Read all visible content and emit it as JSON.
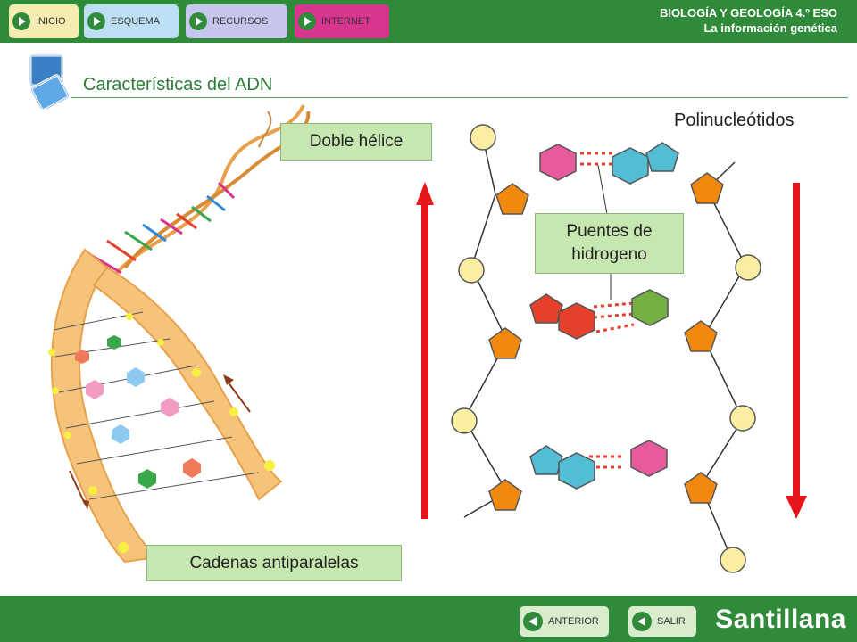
{
  "nav": {
    "inicio": "INICIO",
    "esquema": "ESQUEMA",
    "recursos": "RECURSOS",
    "internet": "INTERNET"
  },
  "header": {
    "subject": "BIOLOGÍA Y GEOLOGÍA 4.º ESO",
    "unit": "La información genética"
  },
  "page": {
    "title": "Características del ADN"
  },
  "labels": {
    "doble_helice": "Doble hélice",
    "cadenas": "Cadenas antiparalelas",
    "puentes_line1": "Puentes de",
    "puentes_line2": "hidrogeno",
    "polinucleotidos": "Polinucleótidos"
  },
  "footer": {
    "anterior": "ANTERIOR",
    "salir": "SALIR",
    "brand": "Santillana"
  },
  "colors": {
    "header_green": "#2f8a3a",
    "arrow_red": "#e8141b",
    "phosphate_yellow": "#fbeea3",
    "sugar_orange": "#f0890e",
    "base_pink": "#e75a9b",
    "base_blue": "#53bdd3",
    "base_red": "#e4402c",
    "base_green": "#74b043"
  }
}
